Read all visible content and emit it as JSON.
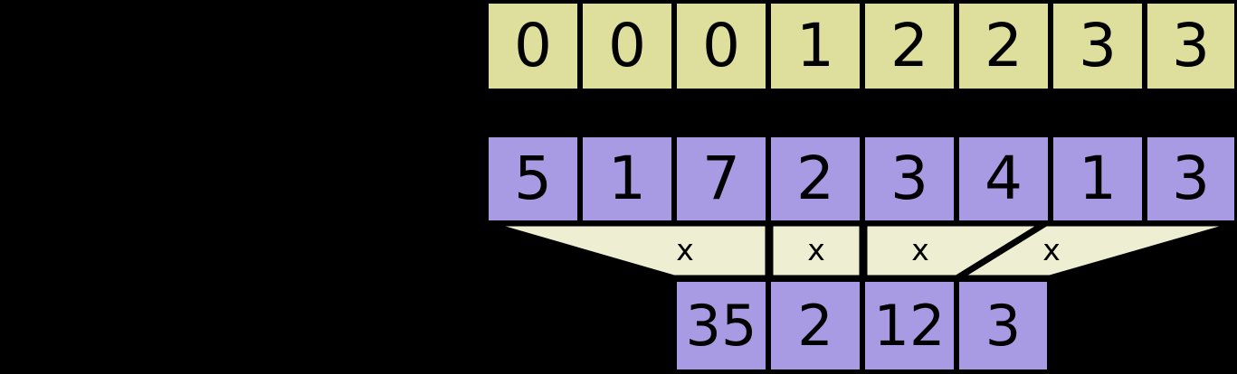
{
  "diagram": {
    "title": "sparse-row-segment-reduction",
    "colors": {
      "index_fill": "#dfdf9d",
      "value_fill": "#a89be4",
      "band_fill": "#eeeed2",
      "stroke": "#000000",
      "background": "#000000"
    },
    "rows": {
      "index_row": {
        "name": "index-row",
        "cells": [
          "0",
          "0",
          "0",
          "1",
          "2",
          "2",
          "3",
          "3"
        ]
      },
      "value_row": {
        "name": "value-row",
        "cells": [
          "5",
          "1",
          "7",
          "2",
          "3",
          "4",
          "1",
          "3"
        ]
      },
      "result_row": {
        "name": "result-row",
        "cells": [
          "35",
          "2",
          "12",
          "3"
        ]
      }
    },
    "band": {
      "name": "aggregation-band",
      "operator_markers": [
        "x",
        "x",
        "x",
        "x"
      ]
    }
  }
}
